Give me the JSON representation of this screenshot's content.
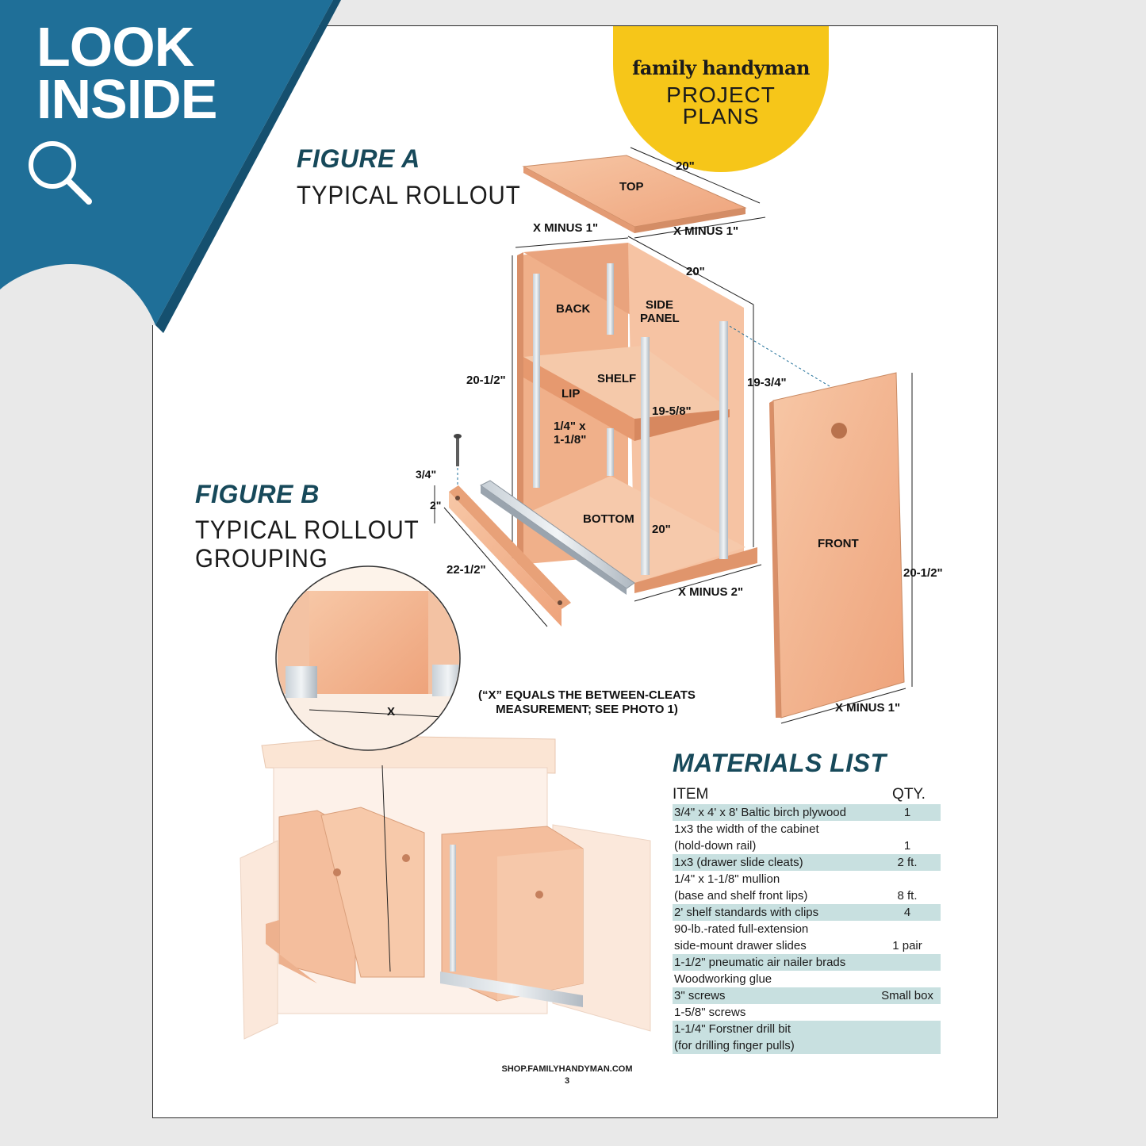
{
  "corner_tag": {
    "line1": "LOOK",
    "line2": "INSIDE",
    "icon": "magnifier-icon"
  },
  "badge": {
    "brand": "family handyman",
    "subtitle": "PROJECT PLANS"
  },
  "figure_a": {
    "title": "FIGURE A",
    "subtitle": "TYPICAL ROLLOUT"
  },
  "figure_b": {
    "title": "FIGURE B",
    "subtitle_line1": "TYPICAL ROLLOUT",
    "subtitle_line2": "GROUPING"
  },
  "diagram_labels": {
    "top": "TOP",
    "top_length": "20\"",
    "top_width": "X MINUS 1\"",
    "back_width": "X MINUS 1\"",
    "side_depth": "20\"",
    "back": "BACK",
    "side_panel_1": "SIDE",
    "side_panel_2": "PANEL",
    "shelf": "SHELF",
    "lip": "LIP",
    "lip_size_1": "1/4\" x",
    "lip_size_2": "1-1/8\"",
    "shelf_depth": "19-5/8\"",
    "height_left": "20-1/2\"",
    "height_right": "19-3/4\"",
    "bottom": "BOTTOM",
    "bottom_depth": "20\"",
    "bottom_width": "X MINUS 2\"",
    "rail_thickness": "3/4\"",
    "rail_height": "2\"",
    "rail_length": "22-1/2\"",
    "front": "FRONT",
    "front_height": "20-1/2\"",
    "front_width": "X MINUS 1\"",
    "x_mark": "X"
  },
  "note": "(“X” EQUALS THE BETWEEN-CLEATS MEASUREMENT; SEE PHOTO 1)",
  "materials": {
    "title": "MATERIALS LIST",
    "col_item": "ITEM",
    "col_qty": "QTY.",
    "rows": [
      {
        "item": "3/4\" x 4' x 8' Baltic birch plywood",
        "qty": "1",
        "shade": true
      },
      {
        "item": "1x3 the width of the cabinet\n    (hold-down rail)",
        "qty": "1",
        "shade": false
      },
      {
        "item": "1x3 (drawer slide cleats)",
        "qty": "2 ft.",
        "shade": true
      },
      {
        "item": "1/4\" x 1-1/8\" mullion\n    (base and shelf front lips)",
        "qty": "8 ft.",
        "shade": false
      },
      {
        "item": "2' shelf standards with clips",
        "qty": "4",
        "shade": true
      },
      {
        "item": "90-lb.-rated full-extension\n    side-mount drawer slides",
        "qty": "1 pair",
        "shade": false
      },
      {
        "item": "1-1/2\" pneumatic air nailer brads",
        "qty": "",
        "shade": true
      },
      {
        "item": "Woodworking glue",
        "qty": "",
        "shade": false
      },
      {
        "item": "3\" screws",
        "qty": "Small box",
        "shade": true
      },
      {
        "item": "1-5/8\" screws",
        "qty": "",
        "shade": false
      },
      {
        "item": "1-1/4\" Forstner drill bit\n    (for drilling finger pulls)",
        "qty": "",
        "shade": true
      }
    ]
  },
  "footer": {
    "site": "SHOP.FAMILYHANDYMAN.COM",
    "page": "3"
  },
  "colors": {
    "accent": "#17495a",
    "badge": "#f6c619",
    "corner": "#1f6f98",
    "wood": "#f2b48f",
    "shade": "#c8e0e0"
  }
}
